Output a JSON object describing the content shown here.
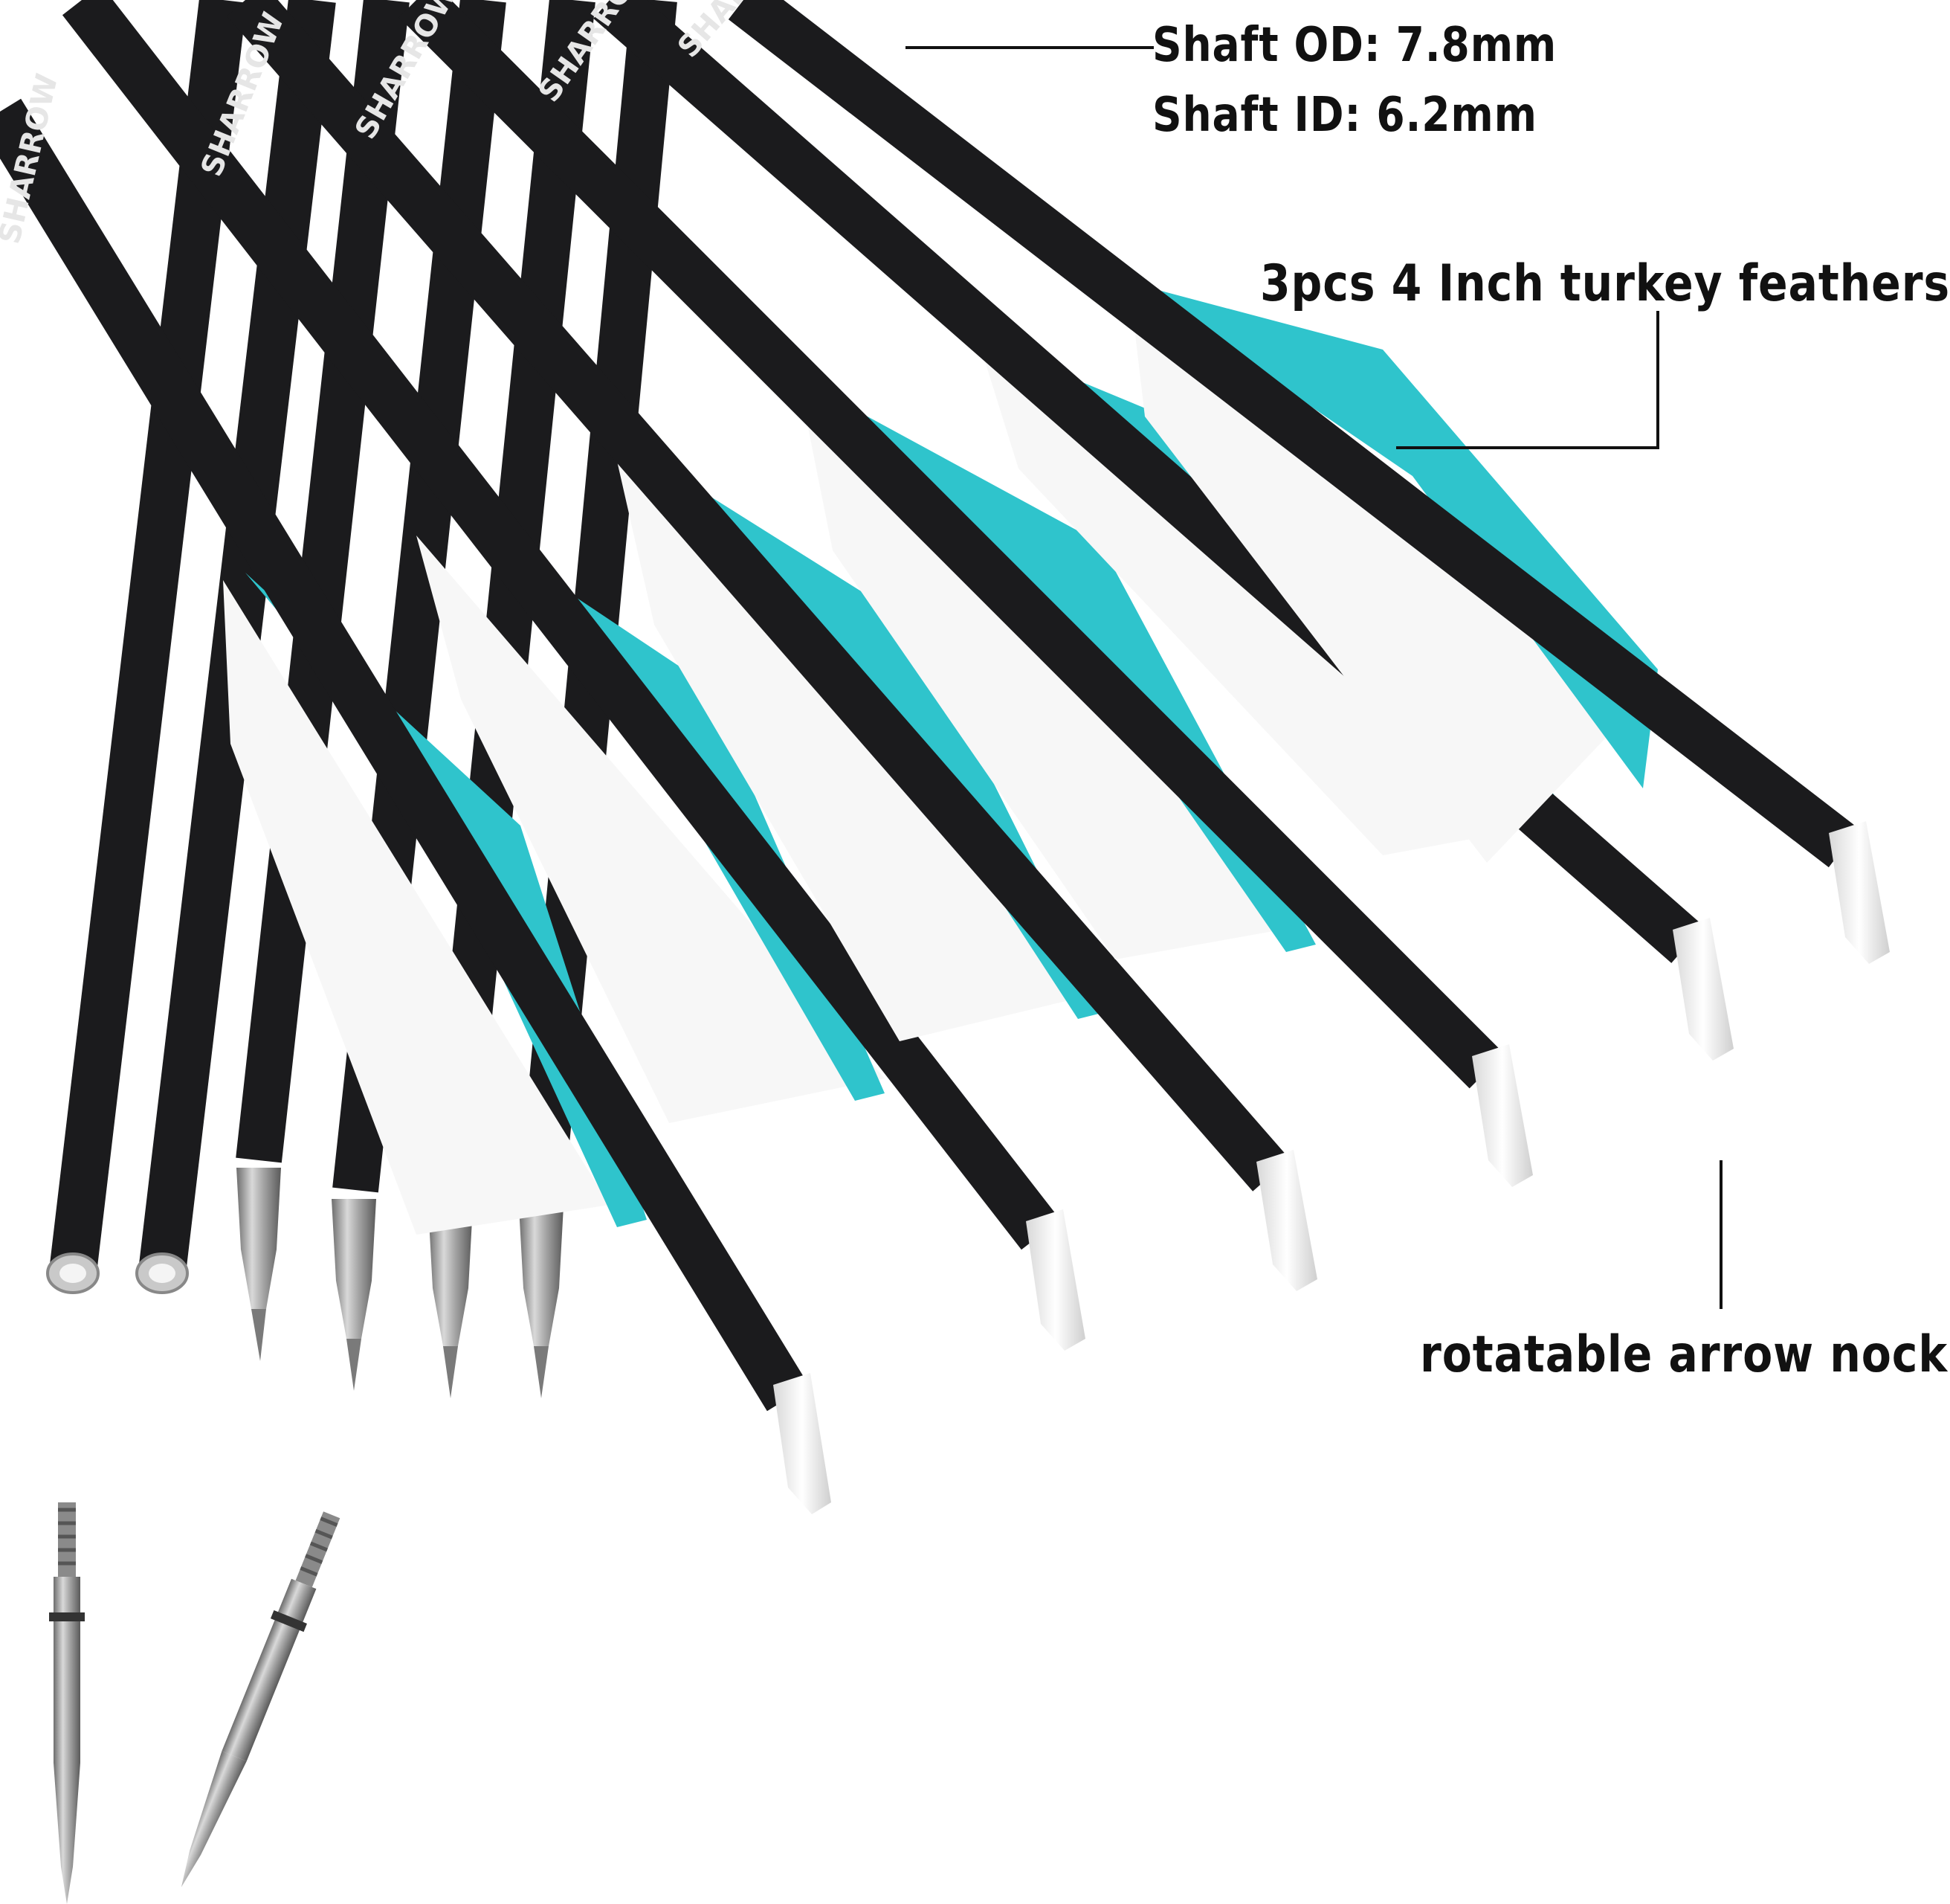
{
  "colors": {
    "background": "#ffffff",
    "shaft": "#1b1b1d",
    "feather_teal": "#2fc4cc",
    "feather_white": "#f7f7f7",
    "nock": "#f2f2f2",
    "steel": "#9a9a9a",
    "label_text": "#111111"
  },
  "shaft_print": "SHARROW",
  "annotations": {
    "shaft_od": "Shaft OD: 7.8mm",
    "shaft_id": "Shaft ID: 6.2mm",
    "feathers": "3pcs 4 Inch turkey feathers",
    "nock": "rotatable arrow nock"
  },
  "icons": [
    "carbon-arrow-shaft",
    "fletching-feather",
    "arrow-nock",
    "field-point-tip",
    "screw-in-point"
  ]
}
